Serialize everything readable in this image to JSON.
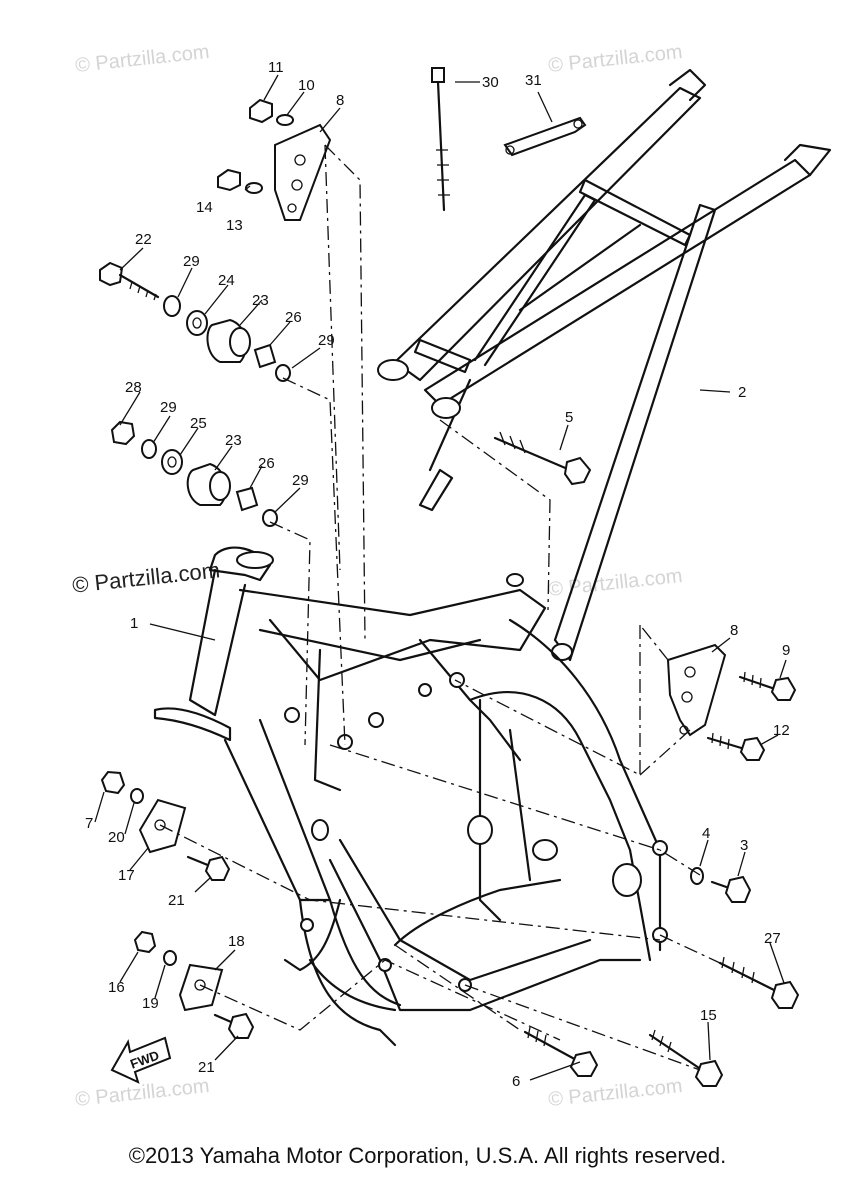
{
  "watermarks": [
    "© Partzilla.com",
    "© Partzilla.com",
    "© Partzilla.com",
    "© Partzilla.com",
    "© Partzilla.com",
    "© Partzilla.com"
  ],
  "callouts": {
    "n1": "1",
    "n2": "2",
    "n3": "3",
    "n4": "4",
    "n5": "5",
    "n6": "6",
    "n7": "7",
    "n8a": "8",
    "n8b": "8",
    "n9": "9",
    "n10": "10",
    "n11": "11",
    "n12": "12",
    "n13": "13",
    "n14": "14",
    "n15": "15",
    "n16": "16",
    "n17": "17",
    "n18": "18",
    "n19": "19",
    "n20": "20",
    "n21a": "21",
    "n21b": "21",
    "n22": "22",
    "n23a": "23",
    "n23b": "23",
    "n24": "24",
    "n25": "25",
    "n26a": "26",
    "n26b": "26",
    "n27": "27",
    "n28": "28",
    "n29a": "29",
    "n29b": "29",
    "n29c": "29",
    "n29d": "29",
    "n30": "30",
    "n31": "31"
  },
  "fwd_label": "FWD",
  "copyright": "©2013 Yamaha Motor Corporation, U.S.A. All rights reserved."
}
